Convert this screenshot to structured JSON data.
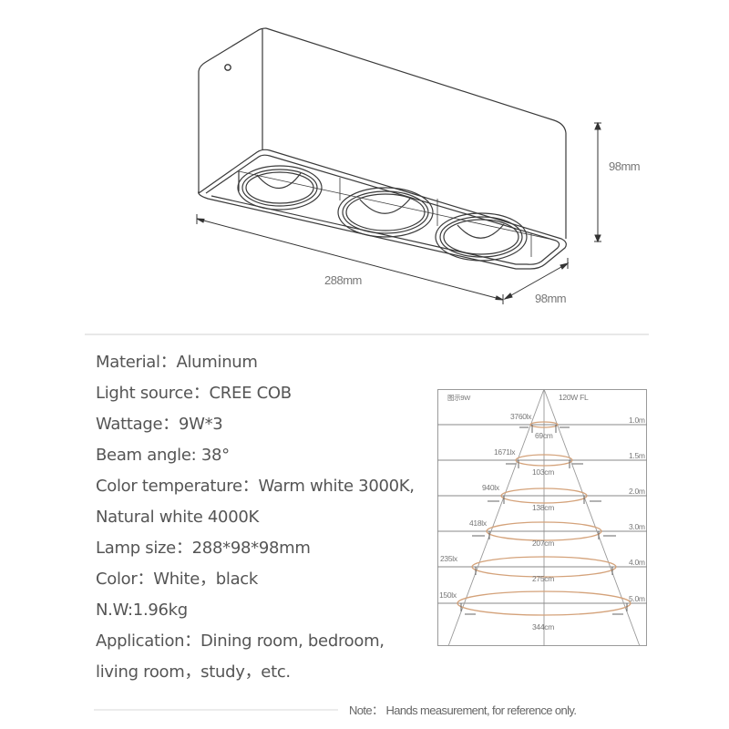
{
  "product_drawing": {
    "length_label": "288mm",
    "width_label": "98mm",
    "height_label": "98mm",
    "lamp_heads": 3
  },
  "specs": [
    {
      "label": "Material：",
      "value": "Aluminum"
    },
    {
      "label": "Light source：",
      "value": "CREE COB"
    },
    {
      "label": "Wattage：",
      "value": "9W*3"
    },
    {
      "label": "Beam angle: ",
      "value": "38°"
    },
    {
      "label": "Color temperature：",
      "value": "Warm white 3000K,"
    },
    {
      "label": "",
      "value": "Natural white 4000K"
    },
    {
      "label": "Lamp size：",
      "value": "288*98*98mm"
    },
    {
      "label": "Color：",
      "value": "White，black"
    },
    {
      "label": "N.W:",
      "value": "1.96kg"
    },
    {
      "label": "Application：",
      "value": "Dining room, bedroom,"
    },
    {
      "label": "",
      "value": "living room，study，etc."
    }
  ],
  "beam_chart": {
    "header_left": "图示9W",
    "header_right": "120W  FL",
    "colors": {
      "ellipse": "#d4a27a",
      "lines": "#8a8a8a",
      "border": "#9a9a9a"
    }
  },
  "chart_data": {
    "type": "table",
    "title": "Beam illuminance distribution",
    "header_left": "图示9W",
    "header_right": "120W FL",
    "columns": [
      "distance",
      "illuminance",
      "beam_diameter"
    ],
    "rows": [
      {
        "distance": "1.0m",
        "illuminance": "3760lx",
        "beam_diameter": "69cm"
      },
      {
        "distance": "1.5m",
        "illuminance": "1671lx",
        "beam_diameter": "103cm"
      },
      {
        "distance": "2.0m",
        "illuminance": "940lx",
        "beam_diameter": "138cm"
      },
      {
        "distance": "3.0m",
        "illuminance": "418lx",
        "beam_diameter": "207cm"
      },
      {
        "distance": "4.0m",
        "illuminance": "235lx",
        "beam_diameter": "275cm"
      },
      {
        "distance": "5.0m",
        "illuminance": "150lx",
        "beam_diameter": "344cm"
      }
    ]
  },
  "footer": {
    "note": "Note： Hands measurement, for reference only."
  }
}
